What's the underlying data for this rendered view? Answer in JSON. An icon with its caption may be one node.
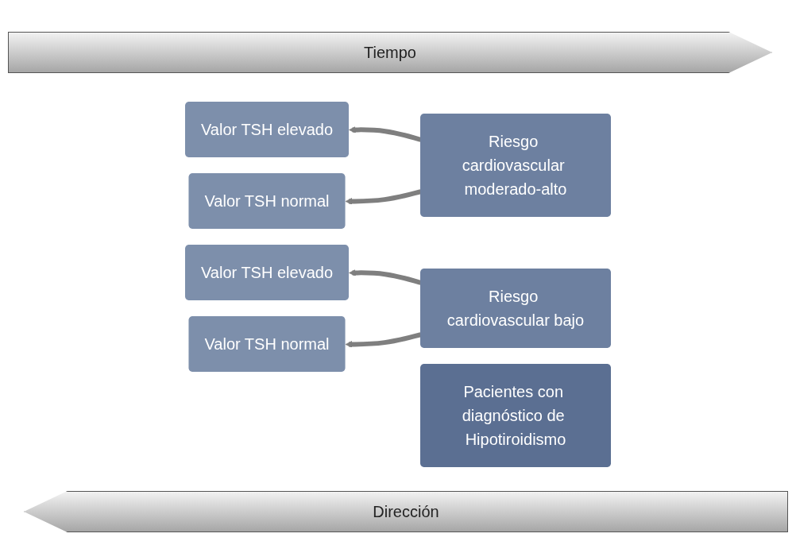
{
  "diagram": {
    "nodes": [
      {
        "text": [
          "Valor TSH elevado"
        ]
      },
      {
        "text": [
          "Valor TSH normal"
        ]
      },
      {
        "text": [
          "Valor TSH elevado"
        ]
      },
      {
        "text": [
          "Valor TSH normal"
        ]
      },
      {
        "text": [
          "Riesgo cardiovascular moderado-alto"
        ]
      },
      {
        "text": [
          "Riesgo cardiovascular bajo"
        ]
      },
      {
        "text": [
          "Pacientes con diagnóstico de Hipotiroidismo"
        ]
      }
    ],
    "edges": [
      {
        "from": 4,
        "to": 0,
        "arrow": "to"
      },
      {
        "from": 4,
        "to": 1,
        "arrow": "to"
      },
      {
        "from": 5,
        "to": 2,
        "arrow": "to"
      },
      {
        "from": 5,
        "to": 3,
        "arrow": "to"
      }
    ],
    "labels": [
      "Tiempo",
      "Dirección"
    ]
  }
}
